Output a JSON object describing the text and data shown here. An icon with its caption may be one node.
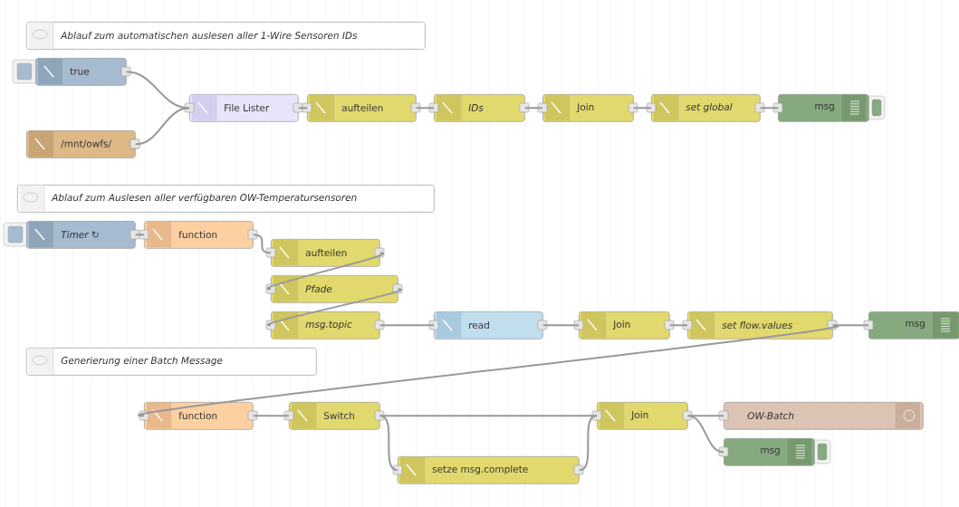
{
  "diagram": {
    "nodes": [
      {
        "text": [
          "Ablauf zum automatischen auslesen aller 1-Wire Sensoren IDs"
        ]
      },
      {
        "text": [
          "true"
        ]
      },
      {
        "text": [
          "File Lister"
        ]
      },
      {
        "text": [
          "aufteilen"
        ]
      },
      {
        "text": [
          "IDs"
        ]
      },
      {
        "text": [
          "Join"
        ]
      },
      {
        "text": [
          "set global"
        ]
      },
      {
        "text": [
          "msg"
        ]
      },
      {
        "text": [
          "/mnt/owfs/"
        ]
      },
      {
        "text": [
          "Ablauf zum Auslesen aller verfügbaren OW-Temperatursensoren"
        ]
      },
      {
        "text": [
          "Timer ↻"
        ]
      },
      {
        "text": [
          "function"
        ]
      },
      {
        "text": [
          "aufteilen"
        ]
      },
      {
        "text": [
          "Pfade"
        ]
      },
      {
        "text": [
          "msg.topic"
        ]
      },
      {
        "text": [
          "read"
        ]
      },
      {
        "text": [
          "Join"
        ]
      },
      {
        "text": [
          "set flow.values"
        ]
      },
      {
        "text": [
          "msg"
        ]
      },
      {
        "text": [
          "Generierung einer Batch Message"
        ]
      },
      {
        "text": [
          "function"
        ]
      },
      {
        "text": [
          "Switch"
        ]
      },
      {
        "text": [
          "Join"
        ]
      },
      {
        "text": [
          "OW-Batch"
        ]
      },
      {
        "text": [
          "msg"
        ]
      },
      {
        "text": [
          "setze msg.complete"
        ]
      }
    ],
    "edges": [
      {
        "from": 1,
        "to": 2,
        "arrow": "none"
      },
      {
        "from": 8,
        "to": 2,
        "arrow": "none"
      },
      {
        "from": 2,
        "to": 3,
        "arrow": "none"
      },
      {
        "from": 3,
        "to": 4,
        "arrow": "none"
      },
      {
        "from": 4,
        "to": 5,
        "arrow": "none"
      },
      {
        "from": 5,
        "to": 6,
        "arrow": "none"
      },
      {
        "from": 6,
        "to": 7,
        "arrow": "none"
      },
      {
        "from": 10,
        "to": 11,
        "arrow": "none"
      },
      {
        "from": 11,
        "to": 12,
        "arrow": "none"
      },
      {
        "from": 12,
        "to": 13,
        "arrow": "none"
      },
      {
        "from": 13,
        "to": 14,
        "arrow": "none"
      },
      {
        "from": 14,
        "to": 15,
        "arrow": "none"
      },
      {
        "from": 15,
        "to": 16,
        "arrow": "none"
      },
      {
        "from": 16,
        "to": 17,
        "arrow": "none"
      },
      {
        "from": 17,
        "to": 18,
        "arrow": "none"
      },
      {
        "from": 17,
        "to": 20,
        "arrow": "none"
      },
      {
        "from": 20,
        "to": 21,
        "arrow": "none"
      },
      {
        "from": 21,
        "to": 22,
        "arrow": "none"
      },
      {
        "from": 21,
        "to": 25,
        "arrow": "none"
      },
      {
        "from": 25,
        "to": 22,
        "arrow": "none"
      },
      {
        "from": 22,
        "to": 23,
        "arrow": "none"
      },
      {
        "from": 22,
        "to": 24,
        "arrow": "none"
      }
    ]
  }
}
